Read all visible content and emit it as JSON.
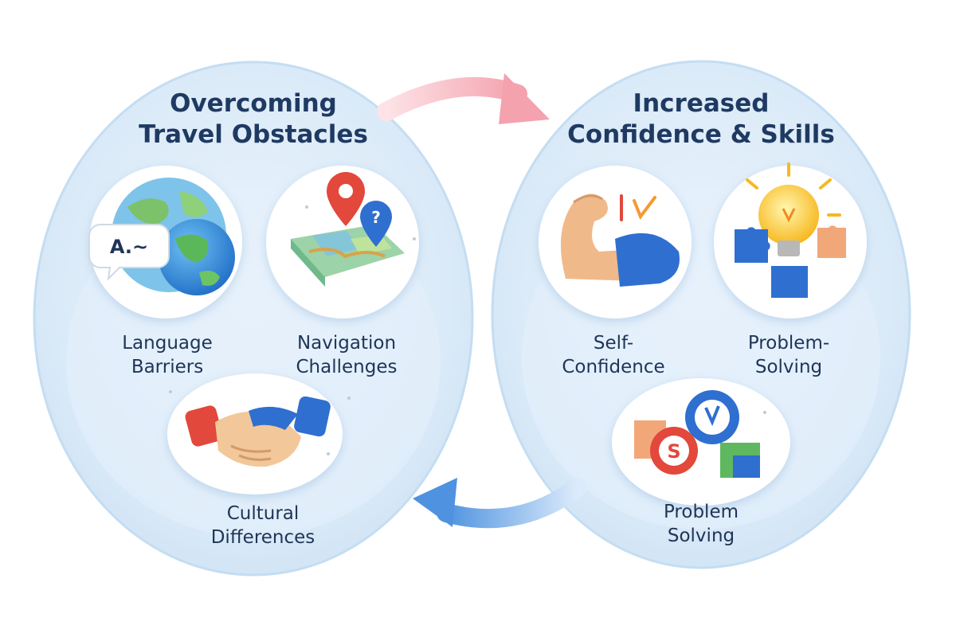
{
  "left_panel": {
    "title_line1": "Overcoming",
    "title_line2": "Travel Obstacles",
    "items": [
      {
        "line1": "Language",
        "line2": "Barriers",
        "icon": "globe-speech-icon",
        "bubble_text": "A.~"
      },
      {
        "line1": "Navigation",
        "line2": "Challenges",
        "icon": "map-pins-icon",
        "pin_text": "?"
      },
      {
        "line1": "Cultural",
        "line2": "Differences",
        "icon": "handshake-icon"
      }
    ]
  },
  "right_panel": {
    "title_line1": "Increased",
    "title_line2": "Confidence & Skills",
    "items": [
      {
        "line1": "Self-",
        "line2": "Confidence",
        "icon": "flexed-arm-icon"
      },
      {
        "line1": "Problem-",
        "line2": "Solving",
        "icon": "lightbulb-puzzle-icon"
      },
      {
        "line1": "Problem",
        "line2": "Solving",
        "icon": "puzzle-badges-icon"
      }
    ]
  },
  "colors": {
    "panel_fill": "#dcebf8",
    "panel_edge": "#c4ddf2",
    "title": "#1f3a62",
    "text": "#1f3557",
    "arrow_top": "#f4a2ae",
    "arrow_bottom": "#5b9be3"
  }
}
